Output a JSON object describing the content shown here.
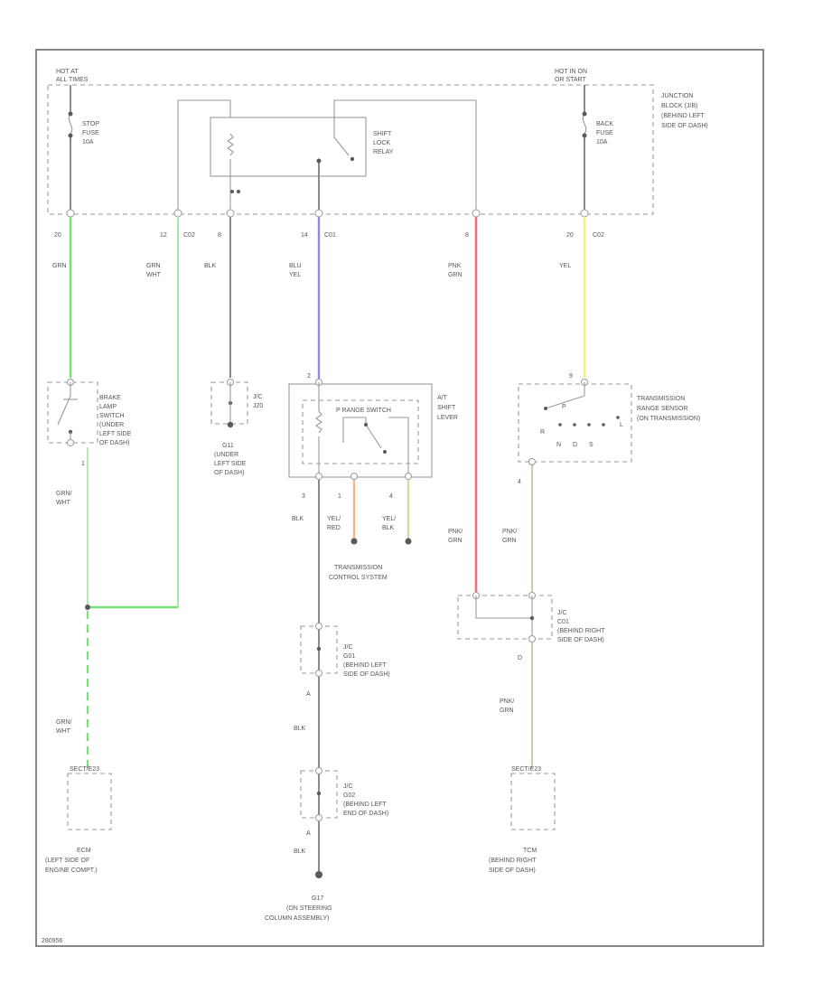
{
  "colors": {
    "frame": "#6a6a6a",
    "wire_default": "#8a8a8a",
    "wire_grn": "#78e078",
    "wire_grn_wht": "#a8e8a8",
    "wire_blu_yel": "#8a8ae0",
    "wire_pnk_grn": "#f07080",
    "wire_yel": "#f0f080",
    "wire_yel_red": "#f0b890",
    "wire_yel_blk": "#d8d8a8",
    "wire_pnk_grn_light": "#d8c8a8"
  },
  "top": {
    "hot_left": [
      "HOT AT",
      "ALL TIMES"
    ],
    "hot_right": [
      "HOT IN ON",
      "OR START"
    ],
    "stop_fuse": [
      "STOP",
      "FUSE",
      "10A"
    ],
    "back_fuse": [
      "BACK",
      "FUSE",
      "10A"
    ],
    "relay": [
      "SHIFT",
      "LOCK",
      "RELAY"
    ],
    "junction_block": [
      "JUNCTION",
      "BLOCK (J/B)",
      "(BEHIND LEFT",
      "SIDE OF DASH)"
    ]
  },
  "connectors": [
    {
      "pin": "20",
      "conn": "",
      "wire": [
        "GRN"
      ]
    },
    {
      "pin": "12",
      "conn": "C02",
      "wire": [
        "GRN",
        "WHT"
      ]
    },
    {
      "pin": "8",
      "conn": "",
      "wire": [
        "BLK"
      ]
    },
    {
      "pin": "14",
      "conn": "C01",
      "wire": [
        "BLU",
        "YEL"
      ]
    },
    {
      "pin": "8",
      "conn": "",
      "wire": [
        "PNK",
        "GRN"
      ]
    },
    {
      "pin": "20",
      "conn": "C02",
      "wire": [
        "YEL"
      ]
    }
  ],
  "components": {
    "brake_switch": [
      "BRAKE",
      "LAMP",
      "SWITCH",
      "(UNDER",
      "LEFT SIDE",
      "OF DASH)"
    ],
    "brake_pin": "1",
    "jc_j20": [
      "J/C",
      "J20"
    ],
    "g11": [
      "G11",
      "(UNDER",
      "LEFT SIDE",
      "OF DASH)"
    ],
    "range_switch": "P RANGE SWITCH",
    "shift_lever": [
      "A/T",
      "SHIFT",
      "LEVER"
    ],
    "shift_pin_top": "2",
    "shift_pins": [
      "3",
      "1",
      "4"
    ],
    "yel_red": [
      "YEL/",
      "RED"
    ],
    "yel_blk": [
      "YEL/",
      "BLK"
    ],
    "tcs": [
      "TRANSMISSION",
      "CONTROL SYSTEM"
    ],
    "trs": [
      "TRANSMISSION",
      "RANGE SENSOR",
      "(ON TRANSMISSION)"
    ],
    "trs_letters": [
      "P",
      "R",
      "N",
      "D",
      "S",
      "L"
    ],
    "trs_top_pin": "9",
    "trs_pin": "4",
    "pnk_grn_left": [
      "PNK/",
      "GRN"
    ],
    "pnk_grn_mid": [
      "PNK/",
      "GRN"
    ],
    "jc_c01": [
      "J/C",
      "C01",
      "(BEHIND RIGHT",
      "SIDE OF DASH)"
    ],
    "jc_c01_pin": "D",
    "pnk_grn_low": [
      "PNK/",
      "GRN"
    ],
    "grn_wht_a": [
      "GRN/",
      "WHT"
    ],
    "grn_wht_b": [
      "GRN/",
      "WHT"
    ],
    "jc_g01": [
      "J/C",
      "G01",
      "(BEHIND LEFT",
      "SIDE OF DASH)"
    ],
    "jc_g02": [
      "J/C",
      "G02",
      "(BEHIND LEFT",
      "END OF DASH)"
    ],
    "blk_a": "BLK",
    "blk_b": "BLK",
    "blk_c": "BLK",
    "pin_a1": "A",
    "pin_a2": "A",
    "ecm_sect": "SECT/E23",
    "ecm": [
      "ECM",
      "(LEFT SIDE OF",
      "ENGINE COMPT.)"
    ],
    "tcm_sect": "SECT/E23",
    "tcm": [
      "TCM",
      "(BEHIND RIGHT",
      "SIDE OF DASH)"
    ],
    "g17": [
      "G17",
      "(ON STEERING",
      "COLUMN ASSEMBLY)"
    ]
  },
  "footer_code": "280956"
}
